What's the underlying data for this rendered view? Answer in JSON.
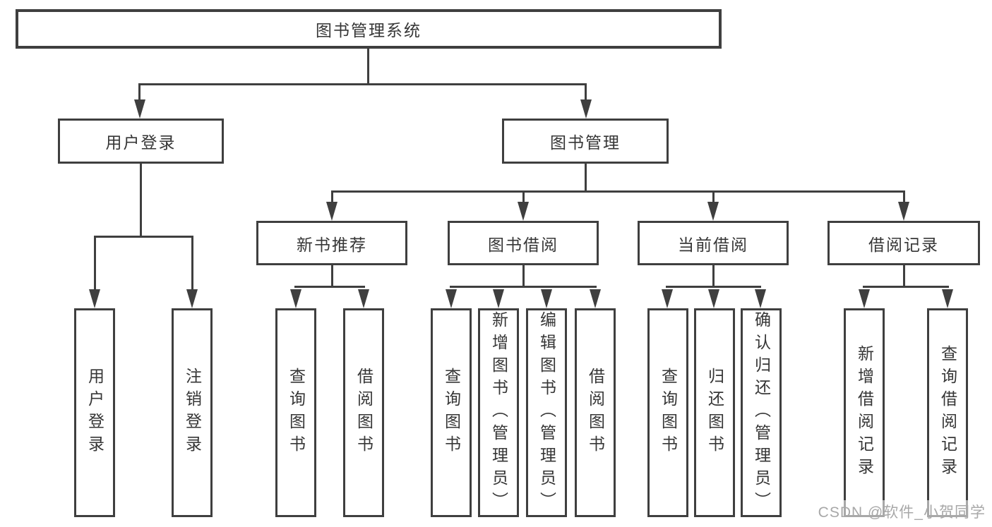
{
  "diagram": {
    "root": {
      "label": "图书管理系统"
    },
    "branches": [
      {
        "label": "用户登录",
        "children": [
          {
            "label": "用户登录"
          },
          {
            "label": "注销登录"
          }
        ]
      },
      {
        "label": "图书管理",
        "sections": [
          {
            "label": "新书推荐",
            "children": [
              {
                "label": "查询图书"
              },
              {
                "label": "借阅图书"
              }
            ]
          },
          {
            "label": "图书借阅",
            "children": [
              {
                "label": "查询图书"
              },
              {
                "label": "新增图书（管理员）"
              },
              {
                "label": "编辑图书（管理员）"
              },
              {
                "label": "借阅图书"
              }
            ]
          },
          {
            "label": "当前借阅",
            "children": [
              {
                "label": "查询图书"
              },
              {
                "label": "归还图书"
              },
              {
                "label": "确认归还（管理员）"
              }
            ]
          },
          {
            "label": "借阅记录",
            "children": [
              {
                "label": "新增借阅记录"
              },
              {
                "label": "查询借阅记录"
              }
            ]
          }
        ]
      }
    ]
  },
  "watermark": {
    "text": "CSDN @软件_小贺同学"
  },
  "colors": {
    "line": "#3f3f3f",
    "text": "#363636",
    "watermark": "#a8a8a8",
    "background": "#ffffff"
  }
}
